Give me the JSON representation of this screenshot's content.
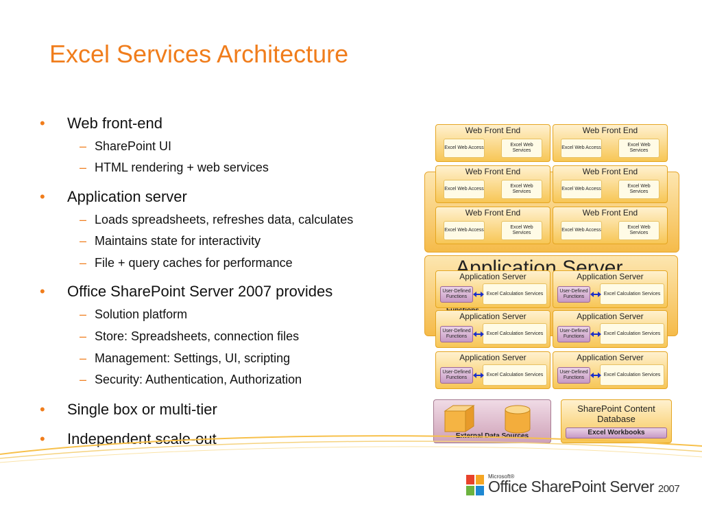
{
  "title": "Excel Services Architecture",
  "bullets": [
    {
      "text": "Web front-end",
      "subs": [
        "SharePoint UI",
        "HTML rendering + web services"
      ]
    },
    {
      "text": "Application server",
      "subs": [
        "Loads spreadsheets, refreshes data, calculates",
        "Maintains state for interactivity",
        "File + query caches for performance"
      ]
    },
    {
      "text": "Office SharePoint Server 2007 provides",
      "subs": [
        "Solution platform",
        "Store:  Spreadsheets, connection files",
        "Management:  Settings, UI, scripting",
        "Security:  Authentication, Authorization"
      ]
    },
    {
      "text": "Single box or multi-tier",
      "subs": []
    },
    {
      "text": "Independent scale-out",
      "subs": []
    }
  ],
  "diagram": {
    "bg_app_server": "Application Server",
    "bg_functions": "Functions",
    "wfe_title": "Web Front End",
    "wfe_access": "Excel Web Access",
    "wfe_services": "Excel Web Services",
    "app_title": "Application Server",
    "app_udf": "User-Defined Functions",
    "app_calc": "Excel Calculation Services",
    "ext_label": "External Data Sources",
    "sp_db": "SharePoint Content Database",
    "sp_wb": "Excel Workbooks"
  },
  "logo": {
    "microsoft": "Microsoft®",
    "name": "Office SharePoint Server",
    "year": "2007"
  },
  "colors": {
    "accent": "#f07d1c",
    "tile": "#f7c655",
    "udf": "#c79ac4",
    "arrow": "#1b2fc8"
  }
}
